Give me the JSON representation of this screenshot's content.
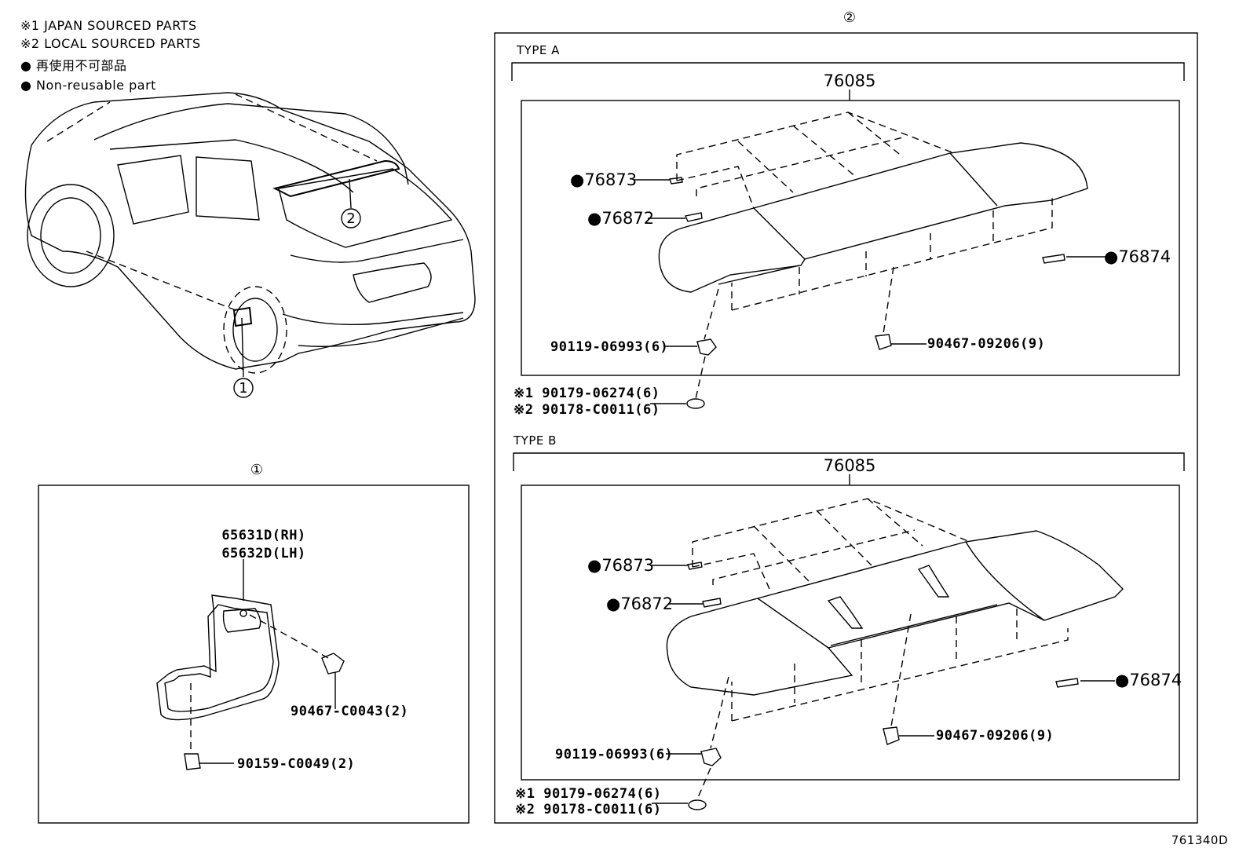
{
  "legend": {
    "japan": "※1 JAPAN SOURCED PARTS",
    "local": "※2 LOCAL SOURCED PARTS",
    "nonreusable_jp": "● 再使用不可部品",
    "nonreusable_en": "● Non-reusable part"
  },
  "overview": {
    "marker1": "1",
    "marker2": "2"
  },
  "panel1": {
    "marker": "①",
    "part_rh": "65631D(RH)",
    "part_lh": "65632D(LH)",
    "clip": "90467-C0043(2)",
    "screw": "90159-C0049(2)"
  },
  "panel2": {
    "marker": "②",
    "type_a": {
      "title": "TYPE A",
      "assembly": "76085",
      "p76873": "●76873",
      "p76872": "●76872",
      "p76874": "●76874",
      "p90119": "90119-06993(6)",
      "p90467": "90467-09206(9)",
      "p90179": "※1 90179-06274(6)",
      "p90178": "※2 90178-C0011(6)"
    },
    "type_b": {
      "title": "TYPE B",
      "assembly": "76085",
      "p76873": "●76873",
      "p76872": "●76872",
      "p76874": "●76874",
      "p90119": "90119-06993(6)",
      "p90467": "90467-09206(9)",
      "p90179": "※1 90179-06274(6)",
      "p90178": "※2 90178-C0011(6)"
    }
  },
  "figure_code": "761340D"
}
